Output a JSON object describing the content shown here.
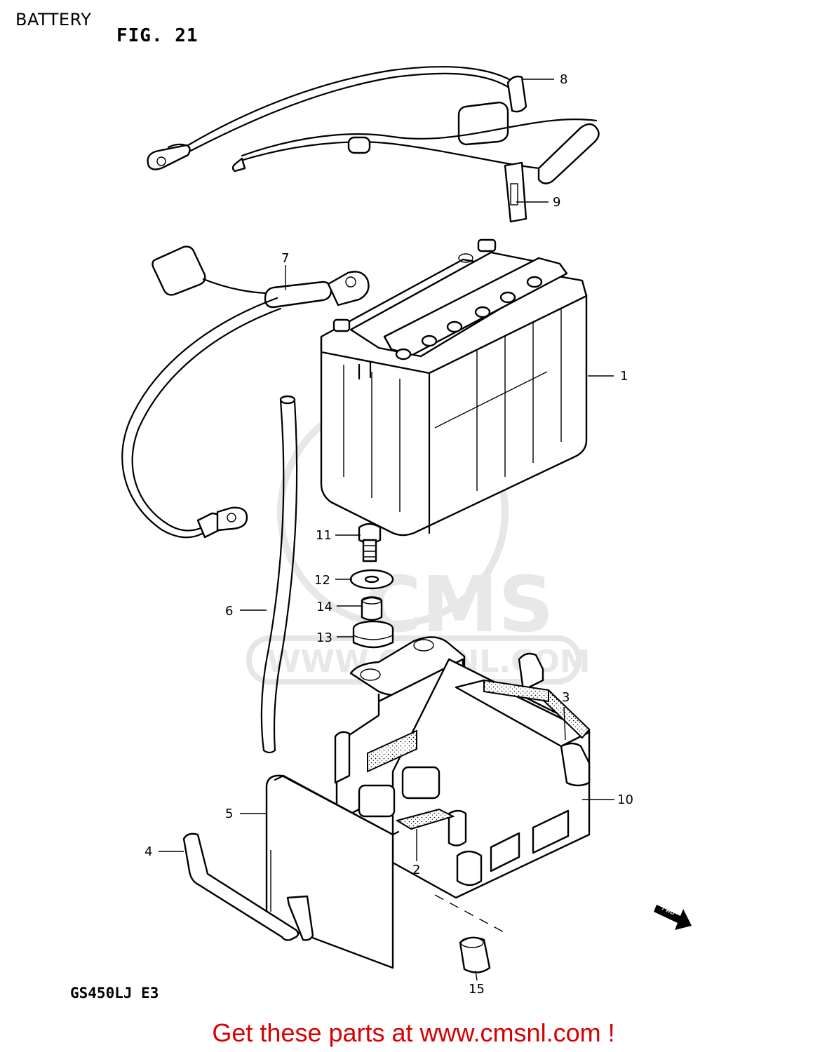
{
  "header": {
    "title": "BATTERY",
    "figure": "FIG. 21"
  },
  "model_code": "GS450LJ E3",
  "footer": {
    "link_text": "Get these parts at www.cmsnl.com !",
    "link_color": "#d80000"
  },
  "watermark": {
    "brand": "CMS",
    "site": "WWW.CMSNL.COM"
  },
  "fwd_badge": "FWD",
  "callouts": [
    {
      "number": "1"
    },
    {
      "number": "2"
    },
    {
      "number": "3"
    },
    {
      "number": "4"
    },
    {
      "number": "5"
    },
    {
      "number": "6"
    },
    {
      "number": "7"
    },
    {
      "number": "8"
    },
    {
      "number": "9"
    },
    {
      "number": "10"
    },
    {
      "number": "11"
    },
    {
      "number": "12"
    },
    {
      "number": "13"
    },
    {
      "number": "14"
    },
    {
      "number": "15"
    }
  ]
}
